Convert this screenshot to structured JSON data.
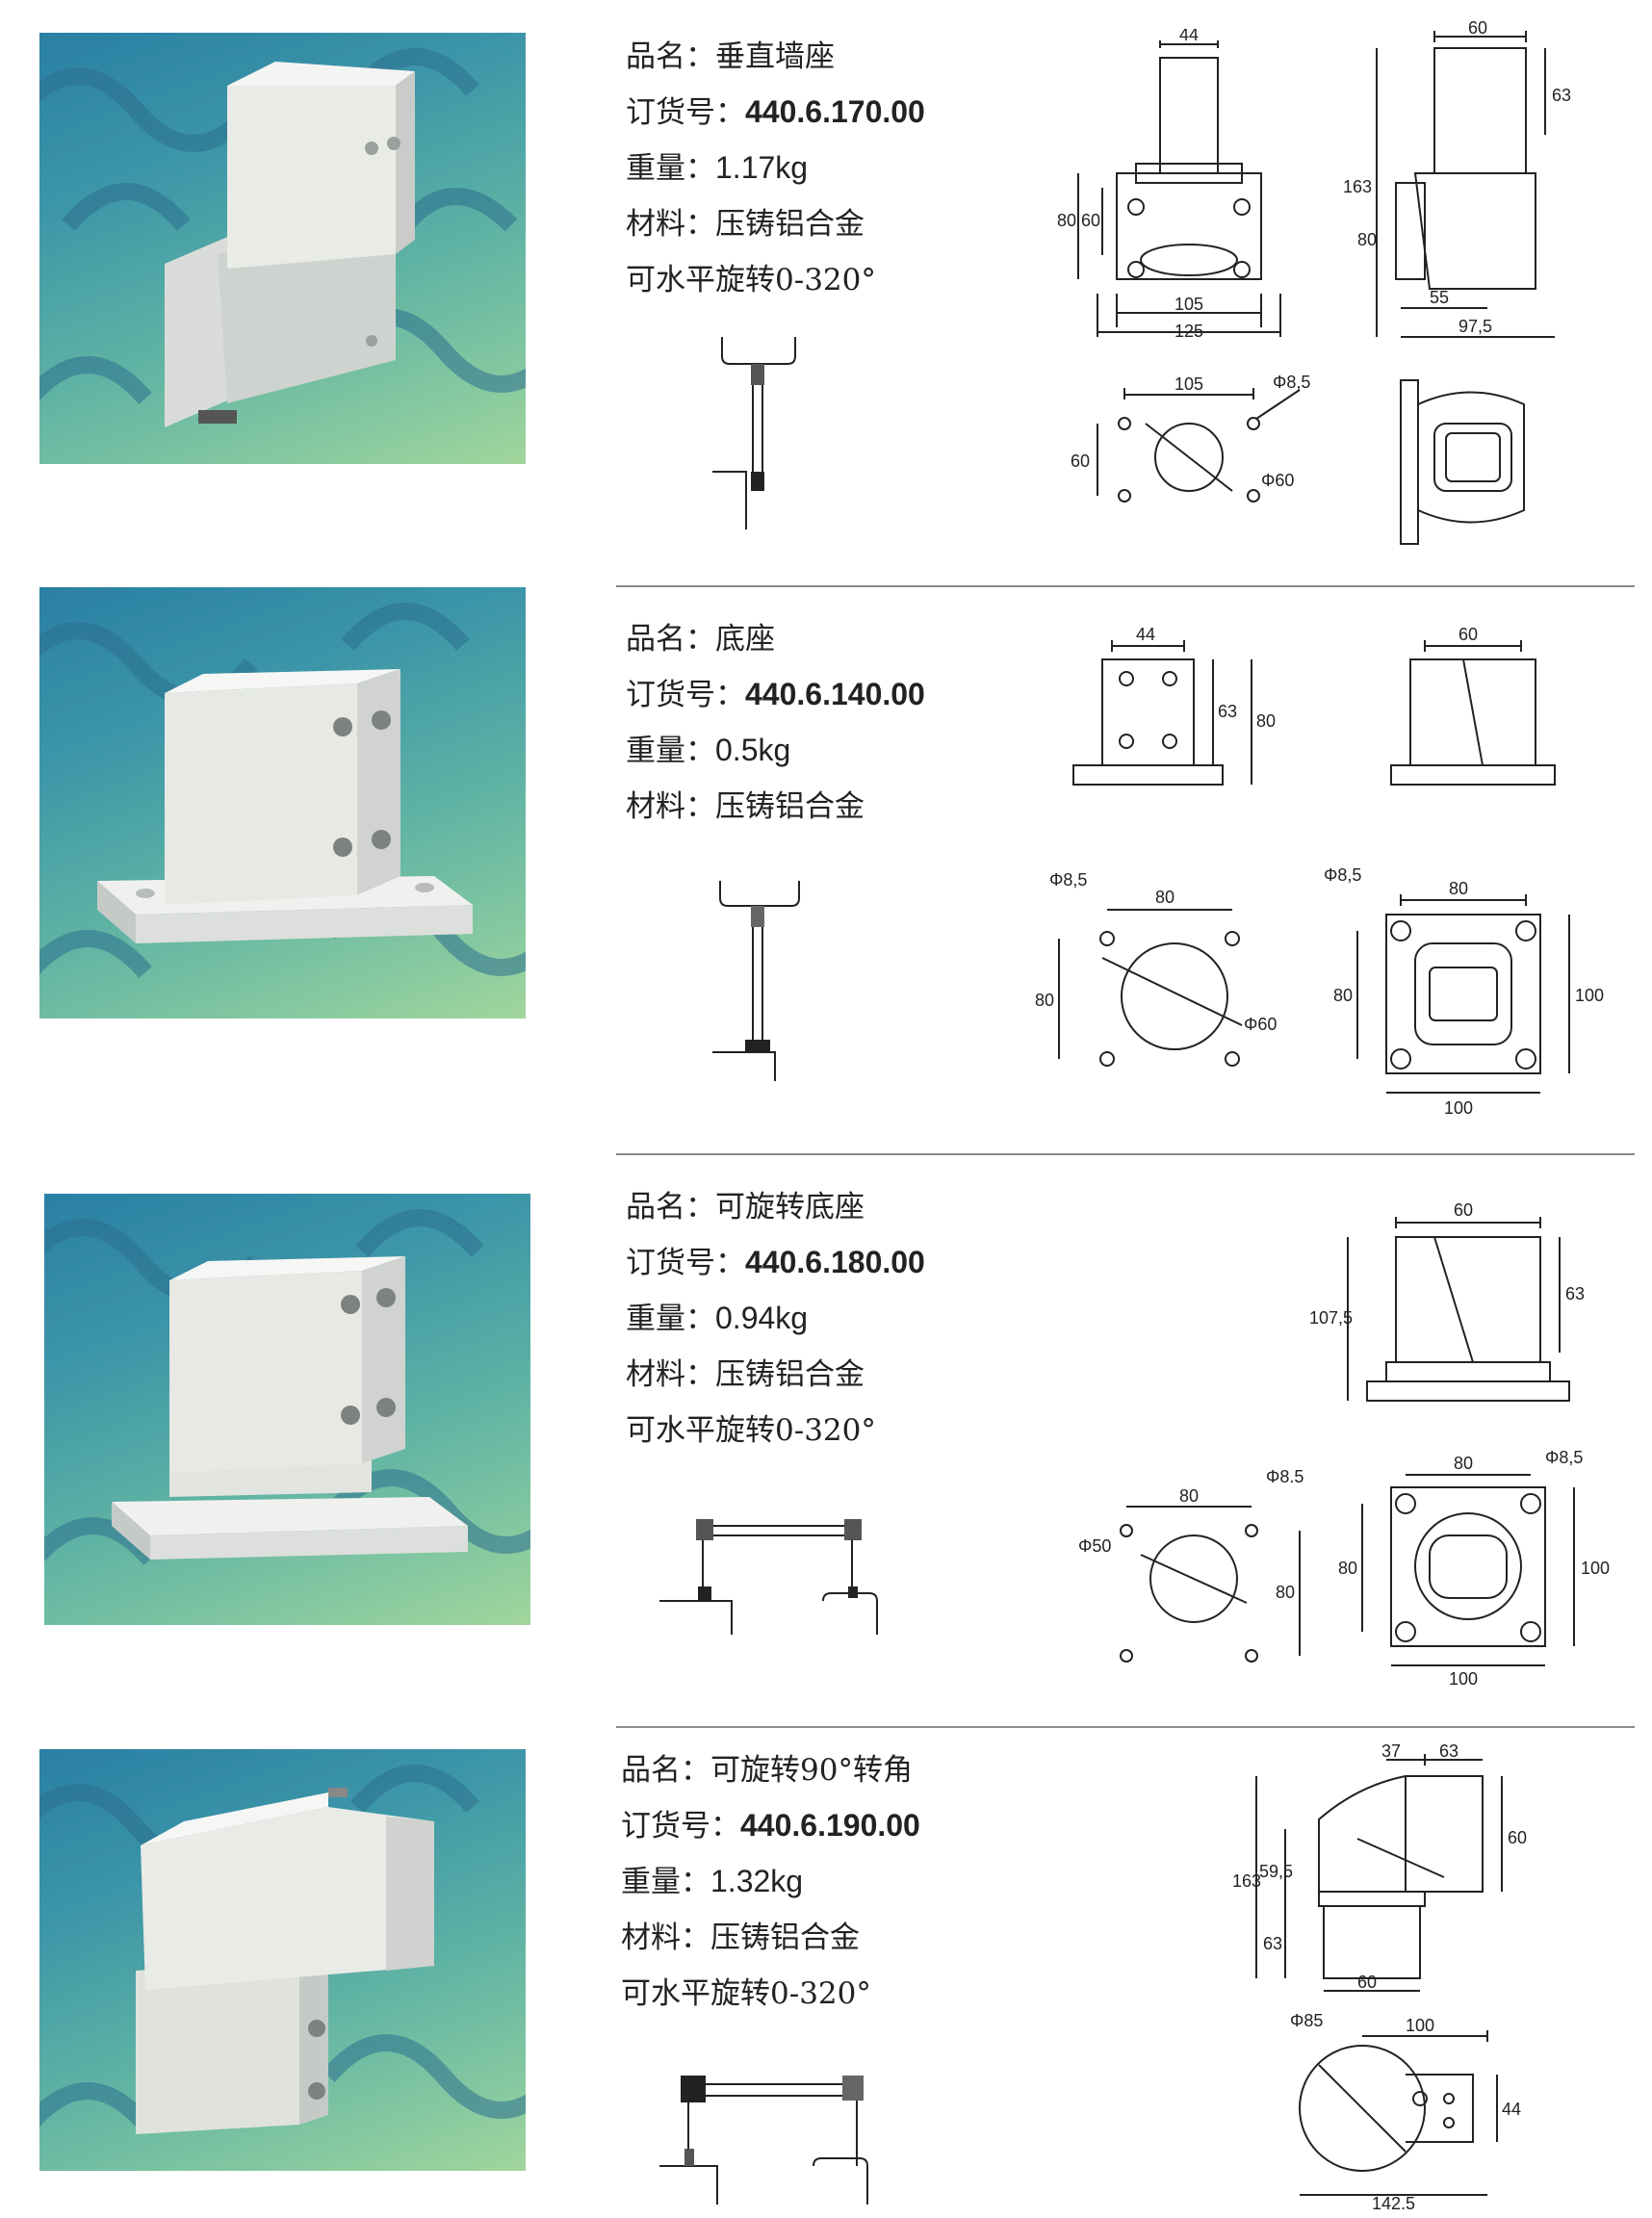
{
  "products": [
    {
      "name_label": "品名：",
      "name": "垂直墙座",
      "order_label": "订货号：",
      "order_no": "440.6.170.00",
      "weight_label": "重量：",
      "weight": "1.17kg",
      "material_label": "材料：",
      "material": "压铸铝合金",
      "note": "可水平旋转0-320°",
      "dims": {
        "front_top": "44",
        "front_h1": "80",
        "front_h2": "60",
        "front_w1": "105",
        "front_w2": "125",
        "side_top": "60",
        "side_h1": "63",
        "side_h2": "163",
        "side_h3": "80",
        "side_w1": "55",
        "side_w2": "97,5",
        "hole_w": "105",
        "hole_h": "60",
        "hole_d": "Φ8,5",
        "circle_d": "Φ60"
      }
    },
    {
      "name_label": "品名：",
      "name": "底座",
      "order_label": "订货号：",
      "order_no": "440.6.140.00",
      "weight_label": "重量：",
      "weight": "0.5kg",
      "material_label": "材料：",
      "material": "压铸铝合金",
      "note": "",
      "dims": {
        "front_top": "44",
        "front_h1": "63",
        "front_h2": "80",
        "side_top": "60",
        "hole_w": "80",
        "hole_h": "80",
        "hole_d": "Φ8,5",
        "circle_d": "Φ60",
        "plan_hole_d": "Φ8,5",
        "plan_top": "80",
        "plan_left": "80",
        "plan_right": "100",
        "plan_bottom": "100"
      }
    },
    {
      "name_label": "品名：",
      "name": "可旋转底座",
      "order_label": "订货号：",
      "order_no": "440.6.180.00",
      "weight_label": "重量：",
      "weight": "0.94kg",
      "material_label": "材料：",
      "material": "压铸铝合金",
      "note": "可水平旋转0-320°",
      "dims": {
        "side_top": "60",
        "side_h1": "63",
        "side_h2": "107,5",
        "hole_w": "80",
        "hole_h": "80",
        "hole_d": "Φ8.5",
        "circle_d": "Φ50",
        "plan_top": "80",
        "plan_hole_d": "Φ8,5",
        "plan_left": "80",
        "plan_right": "100",
        "plan_bottom": "100"
      }
    },
    {
      "name_label": "品名：",
      "name": "可旋转90°转角",
      "order_label": "订货号：",
      "order_no": "440.6.190.00",
      "weight_label": "重量：",
      "weight": "1.32kg",
      "material_label": "材料：",
      "material": "压铸铝合金",
      "note": "可水平旋转0-320°",
      "dims": {
        "top_a": "37",
        "top_b": "63",
        "right_h": "60",
        "left_h1": "163",
        "left_h2": "59,5",
        "left_h3": "63",
        "bottom_w": "60",
        "plan_d": "Φ85",
        "plan_w": "100",
        "plan_h": "44",
        "plan_total": "142,5"
      }
    }
  ]
}
